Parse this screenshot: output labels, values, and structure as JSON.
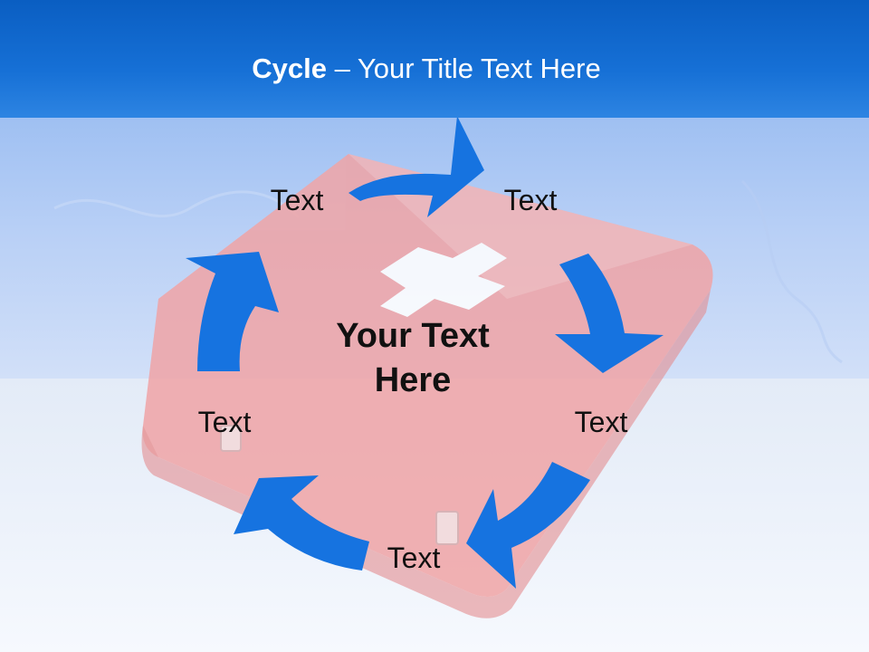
{
  "title": {
    "bold": "Cycle",
    "rest": " – Your Title Text Here"
  },
  "center": {
    "line1": "Your Text",
    "line2": "Here"
  },
  "nodes": [
    {
      "id": "top-left",
      "label": "Text"
    },
    {
      "id": "top-right",
      "label": "Text"
    },
    {
      "id": "right",
      "label": "Text"
    },
    {
      "id": "bottom",
      "label": "Text"
    },
    {
      "id": "left",
      "label": "Text"
    }
  ],
  "colors": {
    "title_bar": "#1670d6",
    "arrow": "#1673e0",
    "kit": "#f0a4a6",
    "cross": "#ffffff",
    "text": "#111111"
  }
}
